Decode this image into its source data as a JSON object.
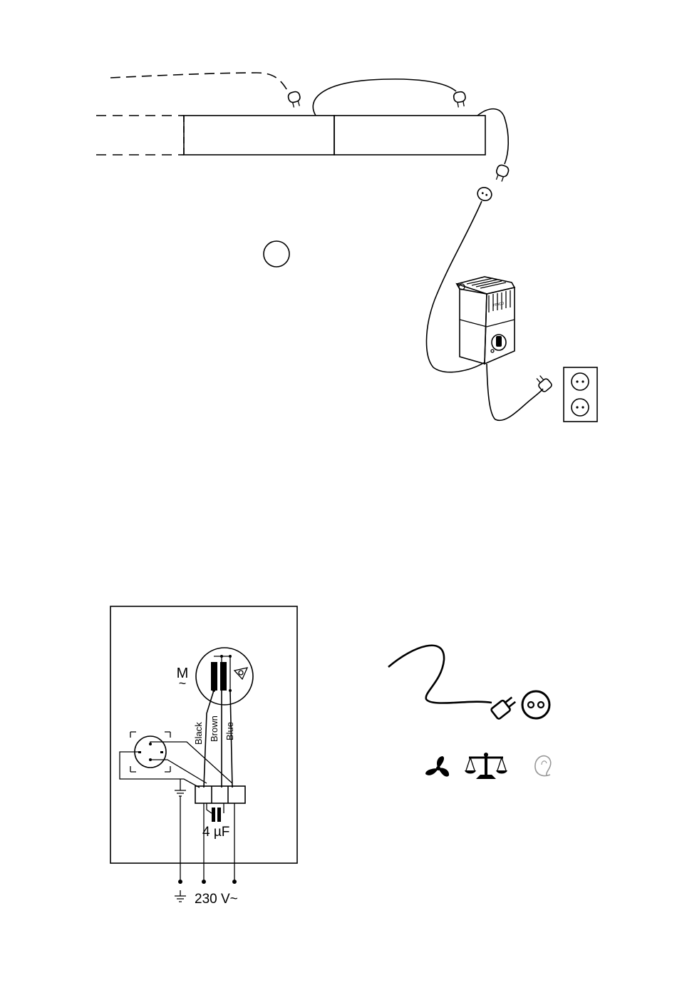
{
  "wiring": {
    "motor_symbol": "M",
    "motor_tilde": "~",
    "wire_colors": [
      "Black",
      "Brown",
      "Blue"
    ],
    "capacitor": "4 µF",
    "supply": "230 V~"
  },
  "controller": {
    "brand": "FRICO"
  },
  "icons": [
    "fan-icon",
    "balance-scale-icon",
    "ear-icon",
    "plug-icon",
    "socket-icon"
  ]
}
